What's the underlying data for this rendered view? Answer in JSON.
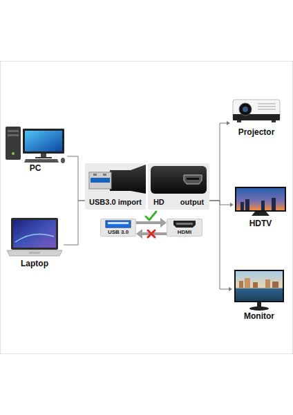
{
  "diagram": {
    "nodes": [
      {
        "text": [
          "PC"
        ]
      },
      {
        "text": [
          "Laptop"
        ]
      },
      {
        "text": [
          "USB3.0 import"
        ]
      },
      {
        "text": [
          "HD output"
        ]
      },
      {
        "text": [
          "USB 3.0"
        ]
      },
      {
        "text": [
          "HDMI"
        ]
      },
      {
        "text": [
          "Projector"
        ]
      },
      {
        "text": [
          "HDTV"
        ]
      },
      {
        "text": [
          "Monitor"
        ]
      }
    ],
    "edges": [
      {
        "from": 0,
        "to": 2,
        "arrow": "none"
      },
      {
        "from": 1,
        "to": 2,
        "arrow": "none"
      },
      {
        "from": 4,
        "to": 5,
        "arrow": "to"
      },
      {
        "from": 5,
        "to": 4,
        "arrow": "to"
      },
      {
        "from": 3,
        "to": 6,
        "arrow": "to"
      },
      {
        "from": 3,
        "to": 7,
        "arrow": "to"
      },
      {
        "from": 3,
        "to": 8,
        "arrow": "to"
      }
    ]
  }
}
